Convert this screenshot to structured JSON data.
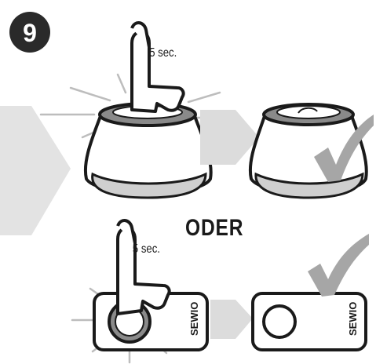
{
  "step": {
    "number": "9",
    "badge_color": "#2a2a2a"
  },
  "top_row": {
    "press_label": "5 sec.",
    "result_icon": "checkmark-icon"
  },
  "separator": {
    "label": "ODER"
  },
  "bottom_row": {
    "press_label": "5 sec.",
    "brand_text": "SEWIO",
    "result_icon": "checkmark-icon"
  },
  "colors": {
    "outline": "#1a1a1a",
    "arrow": "#d9d9d9",
    "check": "#a6a6a6",
    "ring": "#8a8a8a",
    "glow": "#bdbdbd"
  }
}
